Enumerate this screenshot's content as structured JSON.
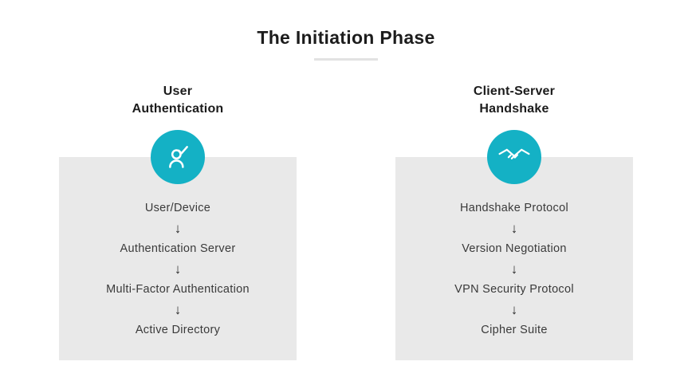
{
  "title": "The Initiation Phase",
  "arrow": "↓",
  "colors": {
    "accent": "#14b1c5",
    "box_background": "#e9e9e9",
    "divider": "#e2e2e2"
  },
  "columns": [
    {
      "heading_line1": "User",
      "heading_line2": "Authentication",
      "icon": "user-check-icon",
      "steps": [
        "User/Device",
        "Authentication Server",
        "Multi-Factor Authentication",
        "Active Directory"
      ]
    },
    {
      "heading_line1": "Client-Server",
      "heading_line2": "Handshake",
      "icon": "handshake-icon",
      "steps": [
        "Handshake Protocol",
        "Version Negotiation",
        "VPN Security Protocol",
        "Cipher Suite"
      ]
    }
  ]
}
